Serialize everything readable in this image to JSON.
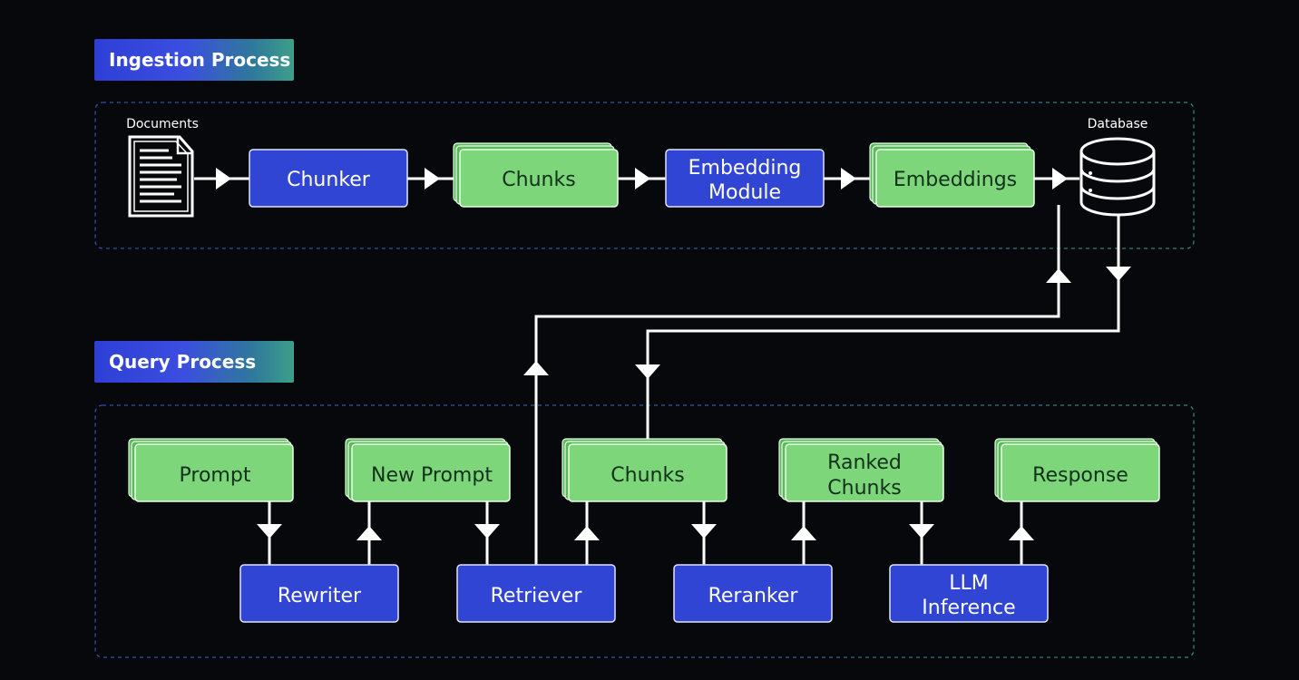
{
  "labels": {
    "ingestion": "Ingestion Process",
    "query": "Query Process"
  },
  "ingestion": {
    "documents_label": "Documents",
    "database_label": "Database",
    "chunker": "Chunker",
    "chunks": "Chunks",
    "embedding_module": [
      "Embedding",
      "Module"
    ],
    "embeddings": "Embeddings"
  },
  "query": {
    "prompt": "Prompt",
    "new_prompt": "New Prompt",
    "chunks": "Chunks",
    "ranked_chunks": [
      "Ranked",
      "Chunks"
    ],
    "response": "Response",
    "rewriter": "Rewriter",
    "retriever": "Retriever",
    "reranker": "Reranker",
    "llm_inference": [
      "LLM",
      "Inference"
    ]
  },
  "colors": {
    "background": "#07080b",
    "process_box": "#3145d4",
    "data_box": "#7ed67a",
    "ingestion_border": "#2c4fa8",
    "query_border": "#2c4fa8"
  },
  "icons": [
    "document-icon",
    "database-icon"
  ]
}
